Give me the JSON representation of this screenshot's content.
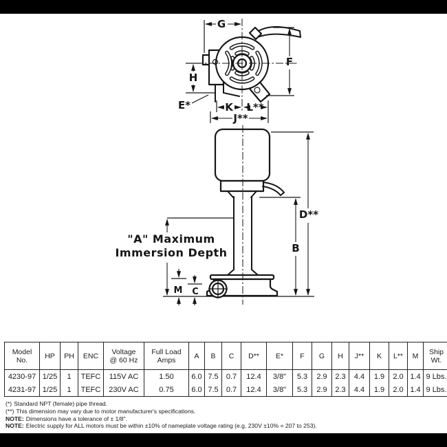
{
  "page": {
    "background": "#ffffff",
    "bar_color": "#000000",
    "line_color": "#161616"
  },
  "diagram": {
    "top_view": {
      "labels": {
        "g": "G",
        "f": "F",
        "h": "H",
        "e": "E*",
        "k": "K",
        "l": "L**",
        "j": "J**"
      }
    },
    "side_view": {
      "labels": {
        "d": "D**",
        "b": "B",
        "m": "M",
        "c": "C"
      },
      "immersion_label_line1": "\"A\" Maximum",
      "immersion_label_line2": "Immersion Depth"
    }
  },
  "table": {
    "headers": [
      "Model\nNo.",
      "HP",
      "PH",
      "ENC",
      "Voltage\n@ 60 Hz",
      "Full Load\nAmps",
      "A",
      "B",
      "C",
      "D**",
      "E*",
      "F",
      "G",
      "H",
      "J**",
      "K",
      "L**",
      "M",
      "Ship\nWt."
    ],
    "rows": [
      [
        "4230-97",
        "1/25",
        "1",
        "TEFC",
        "115V AC",
        "1.50",
        "6.0",
        "7.5",
        "0.7",
        "12.4",
        "3/8\"",
        "5.3",
        "2.9",
        "2.3",
        "4.4",
        "1.9",
        "2.0",
        "1.4",
        "9 Lbs."
      ],
      [
        "4231-97",
        "1/25",
        "1",
        "TEFC",
        "230V AC",
        "0.75",
        "6.0",
        "7.5",
        "0.7",
        "12.4",
        "3/8\"",
        "5.3",
        "2.9",
        "2.3",
        "4.4",
        "1.9",
        "2.0",
        "1.4",
        "9 Lbs."
      ]
    ]
  },
  "footnotes": [
    {
      "prefix": "(*)",
      "text": "Standard NPT (female) pipe thread."
    },
    {
      "prefix": "(**)",
      "text": "This dimension may vary due to motor manufacturer's specifications."
    },
    {
      "prefix": "NOTE:",
      "text": "Dimensions have a tolerance of ± 1/8\"."
    },
    {
      "prefix": "NOTE:",
      "text": "Electric supply for ALL motors must be within ±10% of nameplate voltage rating (e.g. 230V ±10% = 207 to 253)."
    }
  ]
}
